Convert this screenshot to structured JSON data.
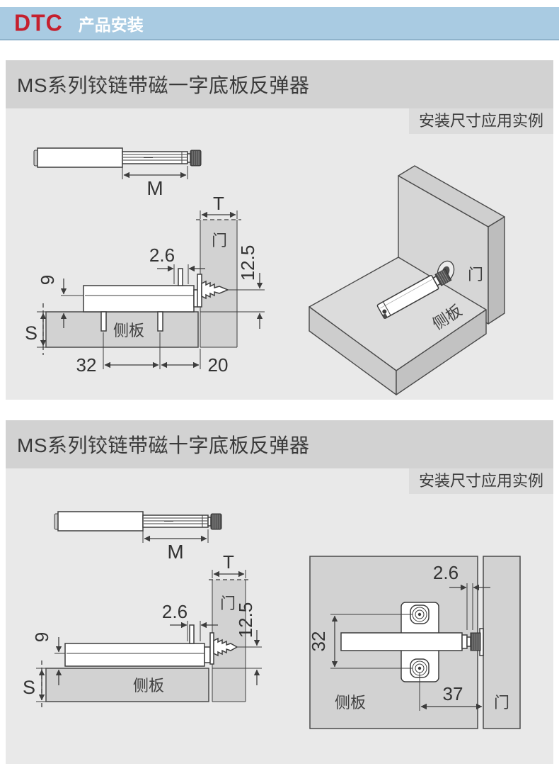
{
  "header": {
    "logo": "DTC",
    "title": "产品安装"
  },
  "colors": {
    "header_bg": "#a9cbe2",
    "brand_red": "#c5202e",
    "title_bar_bg": "#d2d2d2",
    "panel_bg": "#e9e9e9",
    "label_box_bg": "#dcdcdc",
    "wood_fill": "#d2d2d2",
    "line": "#3d3d3d"
  },
  "sections": [
    {
      "title": "MS系列铰链带磁一字底板反弹器",
      "example_label": "安装尺寸应用实例",
      "labels": {
        "m": "M",
        "t": "T",
        "gap": "2.6",
        "depth": "12.5",
        "height": "9",
        "s": "S",
        "d32": "32",
        "d20": "20",
        "door": "门",
        "side": "侧板"
      }
    },
    {
      "title": "MS系列铰链带磁十字底板反弹器",
      "example_label": "安装尺寸应用实例",
      "labels": {
        "m": "M",
        "t": "T",
        "gap": "2.6",
        "depth": "12.5",
        "height": "9",
        "s": "S",
        "d32": "32",
        "d37": "37",
        "door": "门",
        "side": "侧板"
      }
    }
  ]
}
